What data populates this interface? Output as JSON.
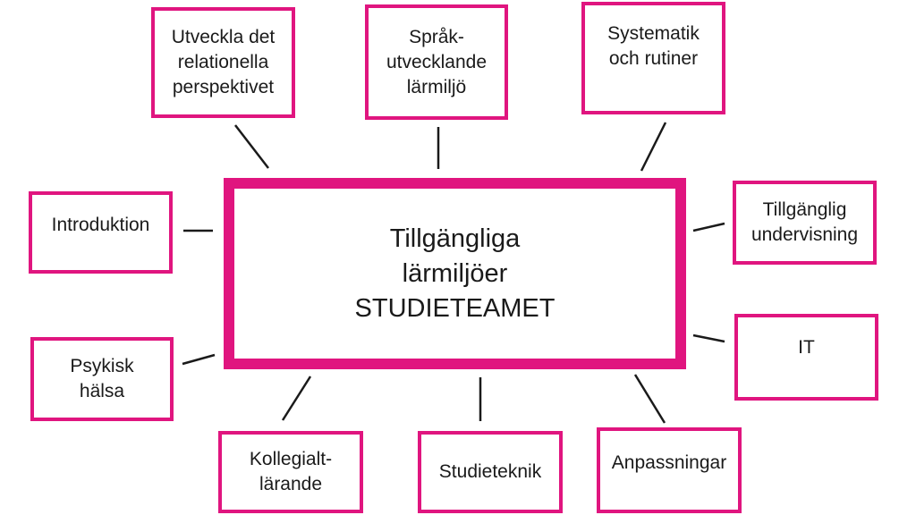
{
  "accent_color": "#e0157f",
  "center": {
    "line1": "Tillgängliga",
    "line2": "lärmiljöer",
    "line3": "STUDIETEAMET"
  },
  "nodes": {
    "relational": "Utveckla det\nrelationella\nperspektivet",
    "language": "Språk-\nutvecklande\nlärmiljö",
    "systematics": "Systematik\noch rutiner",
    "introduction": "Introduktion",
    "accessible_teaching": "Tillgänglig\nundervisning",
    "it": "IT",
    "mental_health": "Psykisk\nhälsa",
    "collegial": "Kollegialt-\nlärande",
    "study_technique": "Studieteknik",
    "adaptations": "Anpassningar"
  }
}
